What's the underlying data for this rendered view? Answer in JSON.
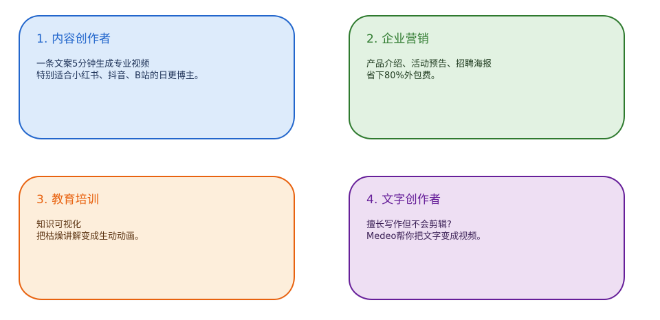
{
  "cards": [
    {
      "title": "1. 内容创作者",
      "lines": [
        "一条文案5分钟生成专业视频",
        "特别适合小红书、抖音、B站的日更博主。"
      ],
      "colors": {
        "border": "#2266cc",
        "background": "#ddebfb",
        "title": "#2266cc",
        "text": "#1b2f55"
      }
    },
    {
      "title": "2. 企业营销",
      "lines": [
        "产品介绍、活动预告、招聘海报",
        "省下80%外包费。"
      ],
      "colors": {
        "border": "#2e7a2e",
        "background": "#e2f2e2",
        "title": "#2e7a2e",
        "text": "#1e3a1e"
      }
    },
    {
      "title": "3. 教育培训",
      "lines": [
        "知识可视化",
        "把枯燥讲解变成生动动画。"
      ],
      "colors": {
        "border": "#e8620f",
        "background": "#fdeedb",
        "title": "#e8620f",
        "text": "#5a3210"
      }
    },
    {
      "title": "4. 文字创作者",
      "lines": [
        "擅长写作但不会剪辑?",
        "Medeo帮你把文字变成视频。"
      ],
      "colors": {
        "border": "#661f99",
        "background": "#eedff3",
        "title": "#661f99",
        "text": "#3a1f55"
      }
    }
  ]
}
